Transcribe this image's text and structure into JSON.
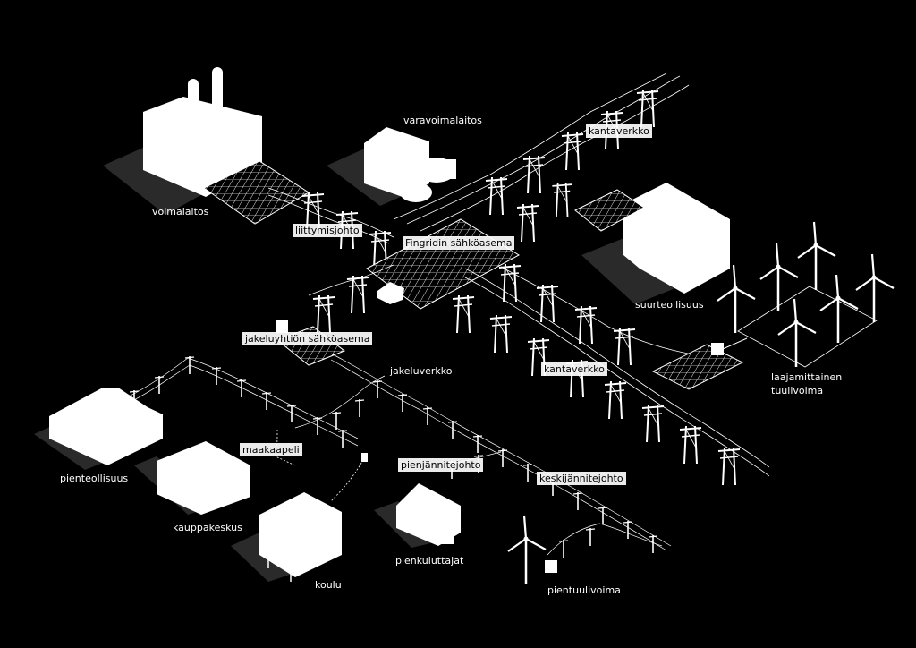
{
  "colors": {
    "background": "#000000",
    "foreground": "#ffffff",
    "shadow": "#2a2a2a"
  },
  "labels": {
    "power_plant": "voimalaitos",
    "reserve_plant": "varavoimalaitos",
    "large_industry": "suurteollisuus",
    "wind_large_1": "laajamittainen",
    "wind_large_2": "tuulivoima",
    "distribution_grid": "jakeluverkko",
    "small_industry": "pienteollisuus",
    "mall": "kauppakeskus",
    "school": "koulu",
    "small_consumers": "pienkuluttajat",
    "small_wind": "pientuulivoima"
  },
  "tags": {
    "main_grid_top": "kantaverkko",
    "connection_line": "liittymisjohto",
    "fingrid_substation": "Fingridin sähköasema",
    "distribution_substation": "jakeluyhtiön sähköasema",
    "main_grid_bottom": "kantaverkko",
    "ground_cable": "maakaapeli",
    "low_voltage_line": "pienjännitejohto",
    "medium_voltage_line": "keskijännitejohto"
  }
}
